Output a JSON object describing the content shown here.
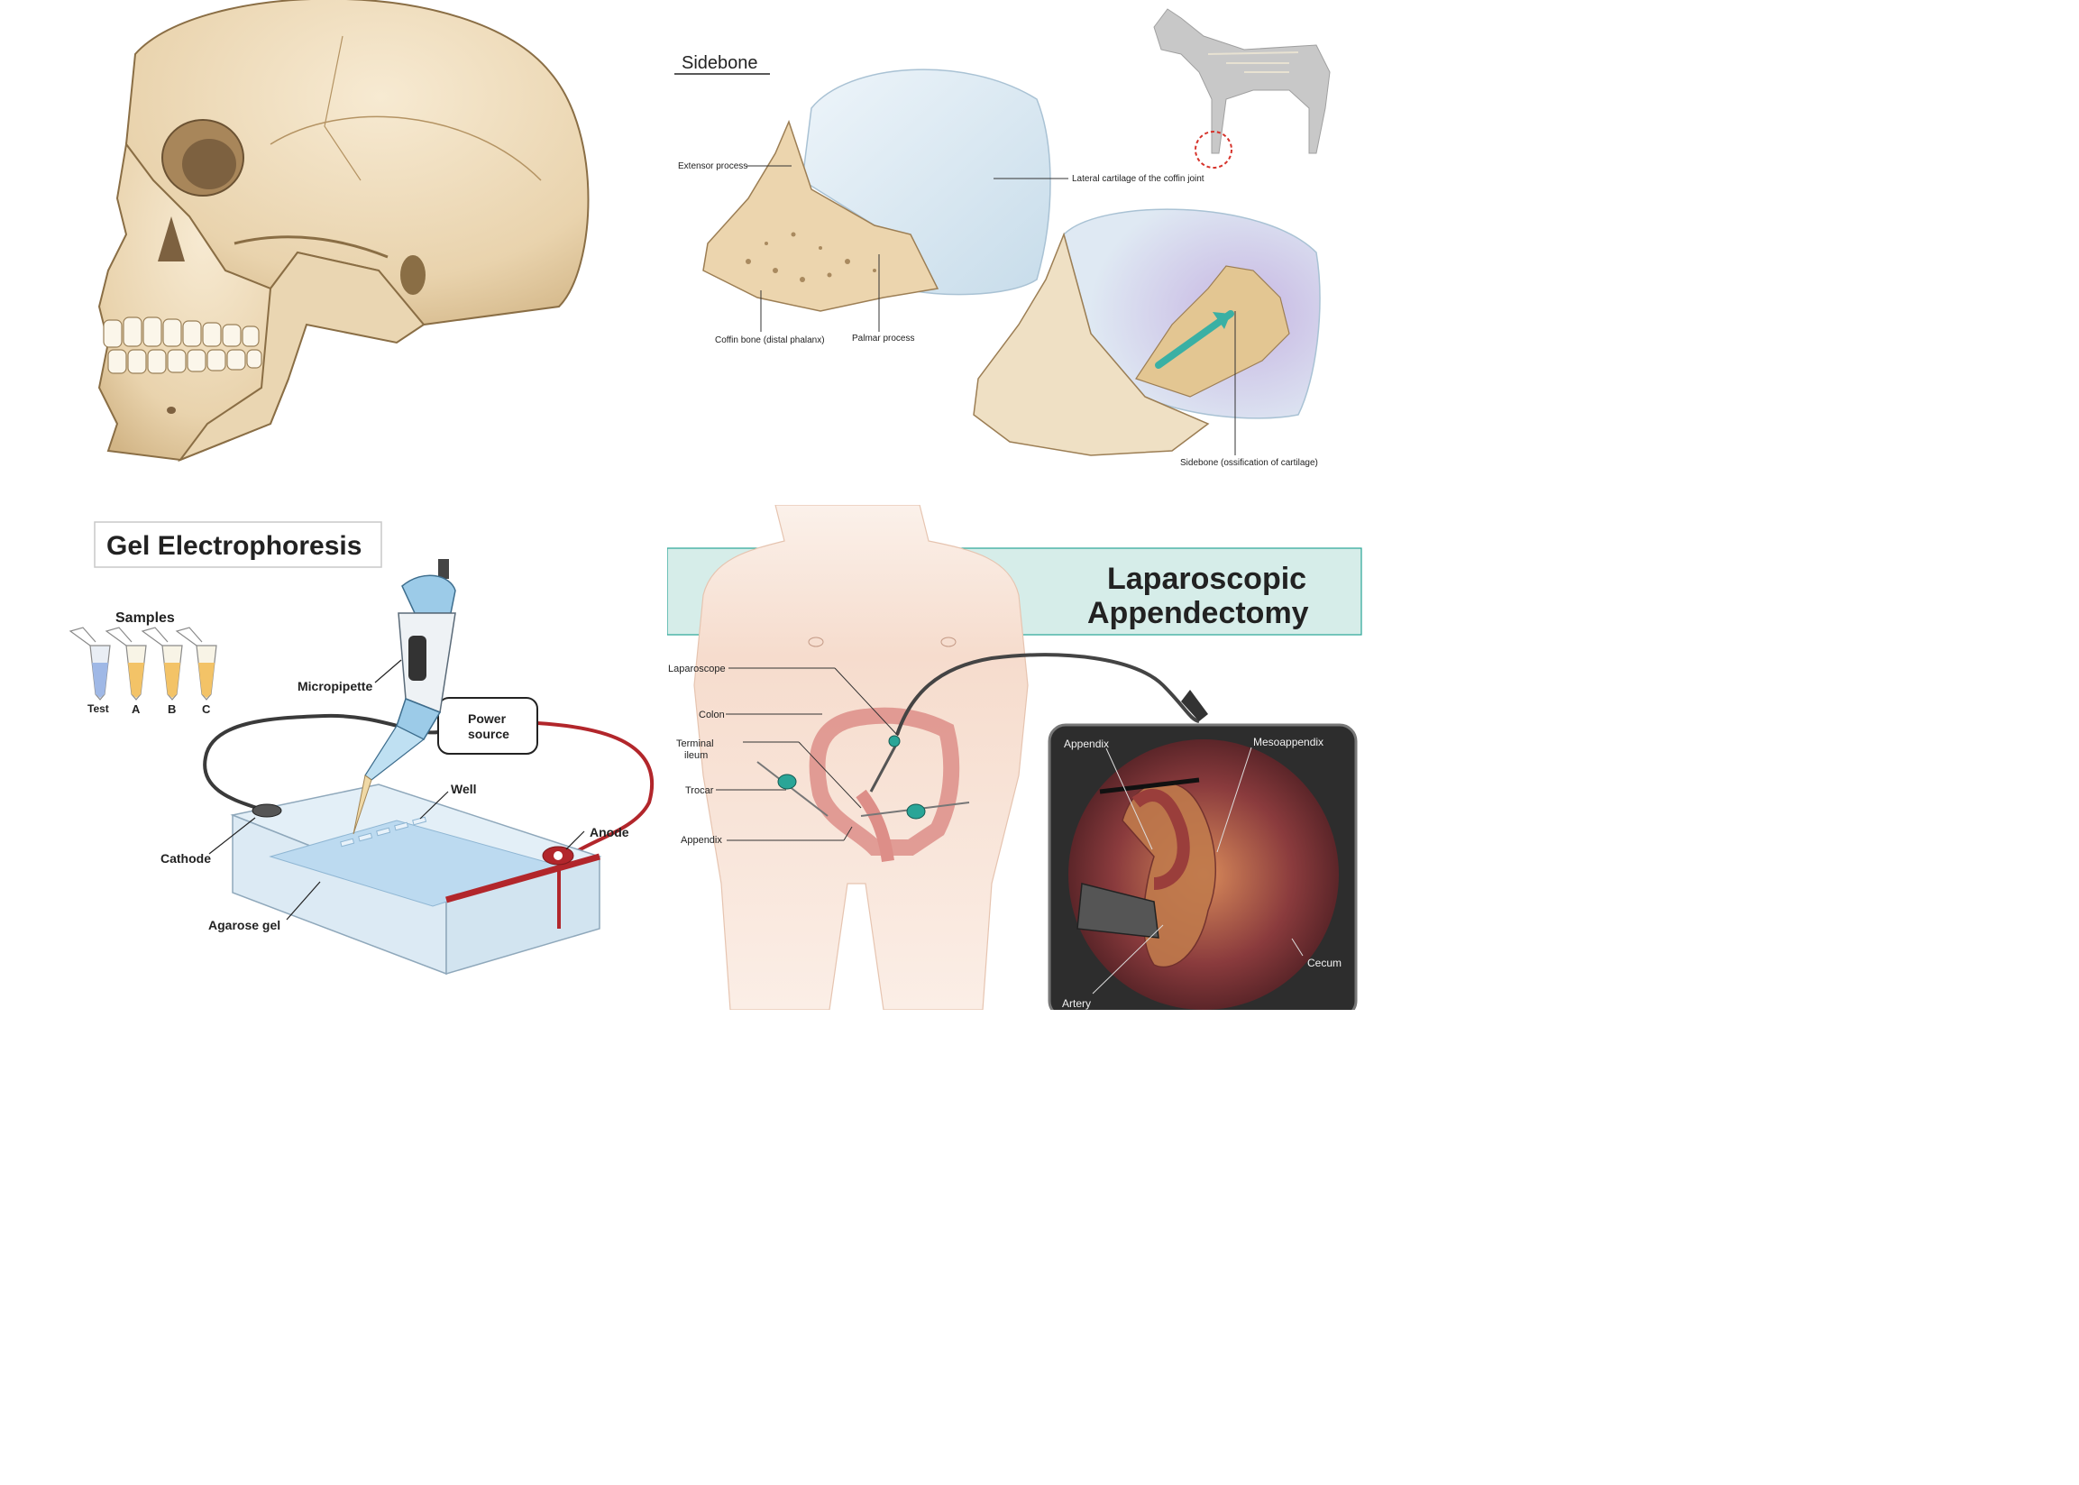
{
  "sidebone": {
    "title": "Sidebone",
    "labels": {
      "extensor": "Extensor process",
      "lateral_cartilage": "Lateral cartilage of the coffin joint",
      "coffin_bone": "Coffin bone (distal phalanx)",
      "palmar": "Palmar process",
      "sidebone": "Sidebone (ossification of cartilage)"
    }
  },
  "gel": {
    "title": "Gel Electrophoresis",
    "samples_heading": "Samples",
    "sample_labels": [
      "Test",
      "A",
      "B",
      "C"
    ],
    "micropipette": "Micropipette",
    "power_source_line1": "Power",
    "power_source_line2": "source",
    "well": "Well",
    "anode": "Anode",
    "cathode": "Cathode",
    "agarose": "Agarose gel"
  },
  "lap": {
    "title_line1": "Laparoscopic",
    "title_line2": "Appendectomy",
    "laparoscope": "Laparoscope",
    "colon": "Colon",
    "terminal_ileum_line1": "Terminal",
    "terminal_ileum_line2": "ileum",
    "trocar": "Trocar",
    "appendix": "Appendix",
    "inset_appendix": "Appendix",
    "mesoappendix": "Mesoappendix",
    "cecum": "Cecum",
    "artery": "Artery"
  },
  "colors": {
    "bone": "#f0dfc0",
    "cartilage": "#d6e7f2",
    "teal_banner": "#d3ece8",
    "teal_accent": "#2aa597",
    "wire_red": "#b2262b",
    "gel_blue": "#cfe6f5"
  }
}
